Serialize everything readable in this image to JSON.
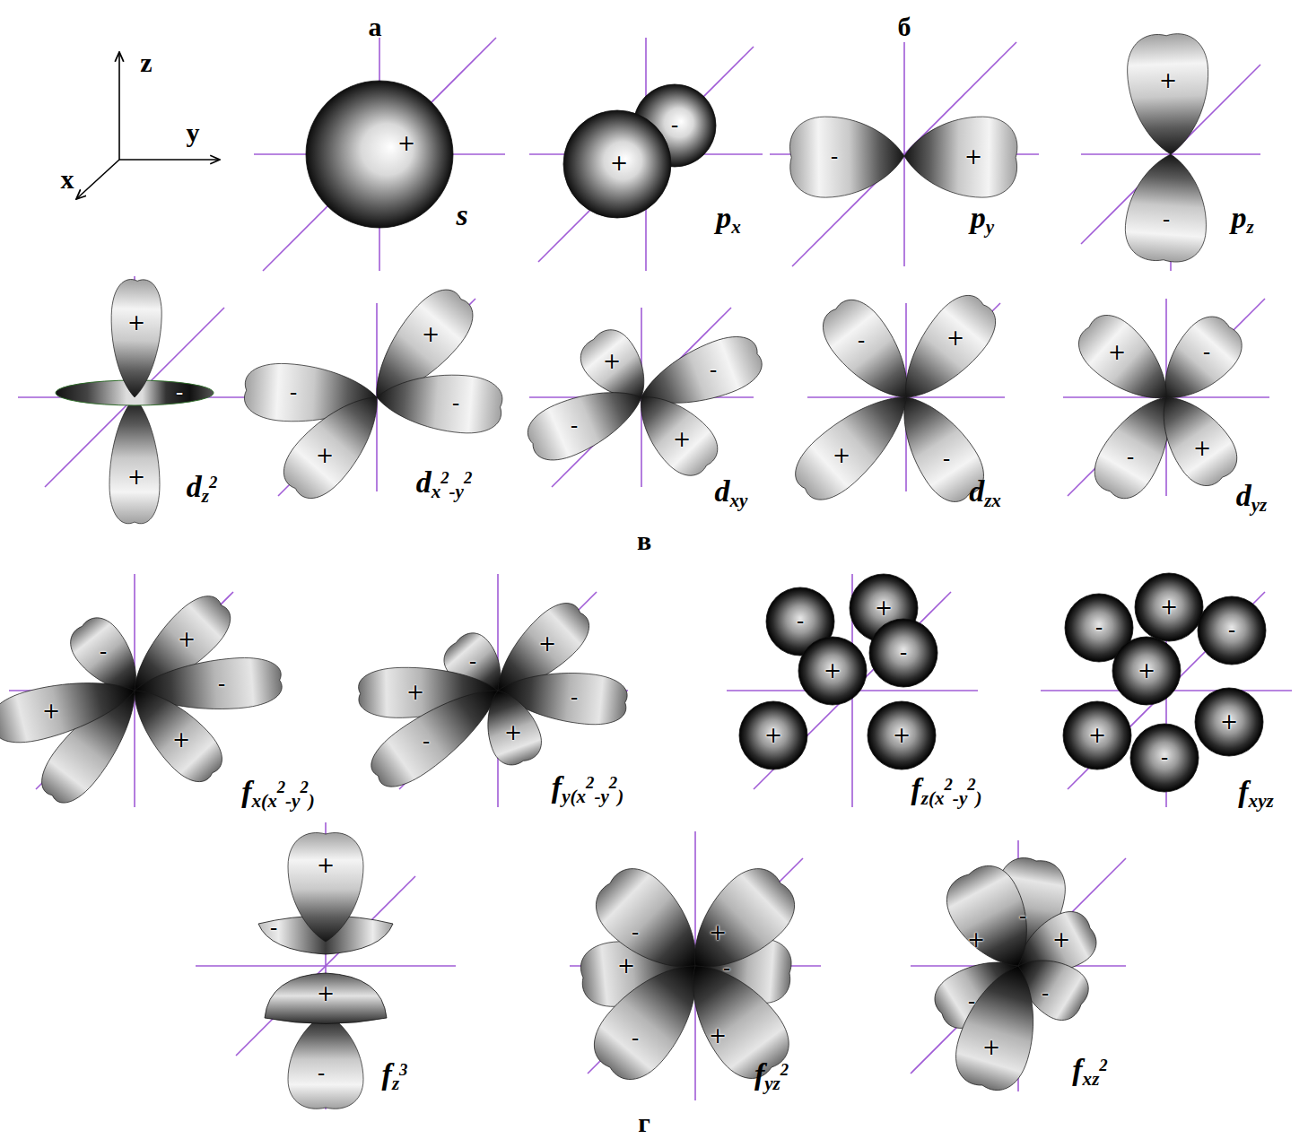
{
  "diagram": {
    "labels": [
      "а",
      "б",
      "в",
      "г",
      "z",
      "y",
      "x",
      "s",
      "+",
      "px",
      "-",
      "+",
      "py",
      "-",
      "+",
      "pz",
      "+",
      "-",
      "dz2",
      "+",
      "-",
      "+",
      "dx2-y2",
      "+",
      "-",
      "-",
      "+",
      "dxy",
      "+",
      "-",
      "-",
      "+",
      "dzx",
      "-",
      "+",
      "+",
      "-",
      "dyz",
      "+",
      "-",
      "-",
      "+",
      "fx(x2-y2)",
      "-",
      "+",
      "-",
      "+",
      "+",
      "fy(x2-y2)",
      "-",
      "+",
      "+",
      "-",
      "-",
      "+",
      "fz(x2-y2)",
      "-",
      "+",
      "+",
      "-",
      "+",
      "+",
      "fxyz",
      "-",
      "+",
      "-",
      "+",
      "+",
      "+",
      "-",
      "fz3",
      "+",
      "-",
      "+",
      "-",
      "fyz2",
      "-",
      "+",
      "+",
      "-",
      "-",
      "+",
      "fxz2",
      "+",
      "-",
      "+",
      "-",
      "-",
      "+"
    ]
  }
}
